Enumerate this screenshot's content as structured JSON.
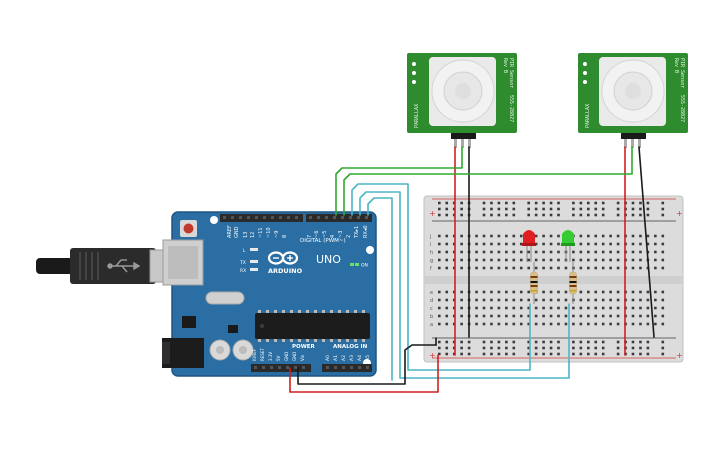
{
  "arduino": {
    "logo_text": "ARDUINO",
    "model": "UNO",
    "on_label": "ON",
    "digital_label": "DIGITAL (PWM~)",
    "aref": "AREF",
    "gnd": "GND",
    "digital_pins": [
      "13",
      "12",
      "~11",
      "~10",
      "~9",
      "8",
      "7",
      "~6",
      "~5",
      "4",
      "~3",
      "2",
      "TX▸1",
      "RX◂0"
    ],
    "led_labels": [
      "L",
      "TX",
      "RX"
    ],
    "power_label": "POWER",
    "analog_label": "ANALOG IN",
    "power_pins": [
      "IOREF",
      "RESET",
      "3.3V",
      "5V",
      "GND",
      "GND",
      "Vin"
    ],
    "analog_pins": [
      "A0",
      "A1",
      "A2",
      "A3",
      "A4",
      "A5"
    ]
  },
  "sensors": [
    {
      "side_text": "PIR Sensor",
      "model_text": "555-28027",
      "rev_text": "Rev B",
      "made_text": "PARALLAX"
    },
    {
      "side_text": "PIR Sensor",
      "model_text": "555-28027",
      "rev_text": "Rev B",
      "made_text": "PARALLAX"
    }
  ],
  "breadboard": {
    "row_letters_top": [
      "j",
      "i",
      "h",
      "g",
      "f"
    ],
    "row_letters_bottom": [
      "e",
      "d",
      "c",
      "b",
      "a"
    ],
    "plus": "+",
    "minus": "−"
  },
  "colors": {
    "board": "#2a6ea3",
    "board_dark": "#1f5582",
    "pir_pcb": "#2e8b2e",
    "wire_red": "#d21f1f",
    "wire_black": "#1a1a1a",
    "wire_green": "#2faa2f",
    "wire_cyan": "#4bb6c6",
    "led_red": "#e02020",
    "led_green": "#33cc33"
  }
}
